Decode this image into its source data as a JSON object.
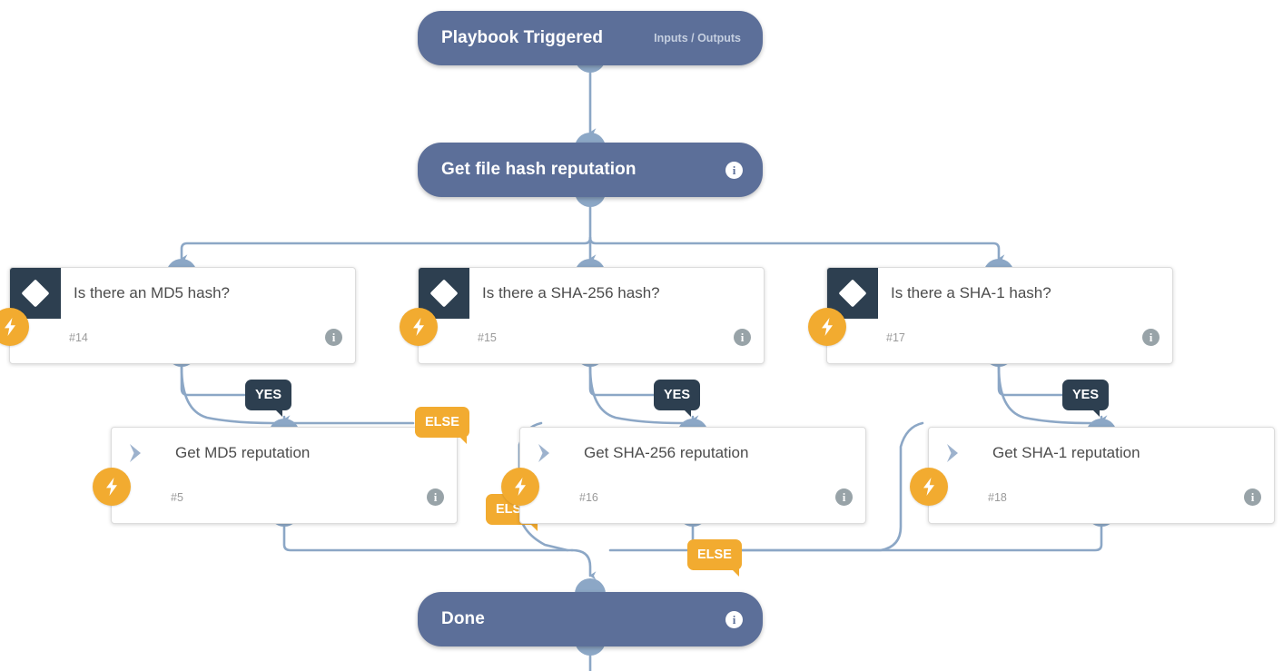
{
  "diagram": {
    "type": "playbook-workflow",
    "title": "Playbook hash reputation flow",
    "colors": {
      "pill_fill": "#5c6f99",
      "card_fill": "#ffffff",
      "decision_icon_bg": "#2d3f50",
      "bolt_orange": "#f2ab30",
      "connector": "#8ca7c6",
      "port": "#8ca7c6",
      "yes_badge": "#2d3f50",
      "else_badge": "#f2ab30"
    }
  },
  "nodes": {
    "start": {
      "label": "Playbook Triggered",
      "sub_label": "Inputs / Outputs",
      "shape": "pill"
    },
    "get_file_hash": {
      "label": "Get file hash reputation",
      "shape": "pill",
      "info_icon": "info-icon"
    },
    "decisions": [
      {
        "label": "Is there an MD5 hash?",
        "id": "#14",
        "icon": "diamond-icon",
        "bolt": "bolt-icon",
        "info": "info-icon"
      },
      {
        "label": "Is there a SHA-256 hash?",
        "id": "#15",
        "icon": "diamond-icon",
        "bolt": "bolt-icon",
        "info": "info-icon"
      },
      {
        "label": "Is there a SHA-1 hash?",
        "id": "#17",
        "icon": "diamond-icon",
        "bolt": "bolt-icon",
        "info": "info-icon"
      }
    ],
    "actions": [
      {
        "label": "Get MD5 reputation",
        "id": "#5",
        "icon": "chevron-right-icon",
        "bolt": "bolt-icon",
        "info": "info-icon"
      },
      {
        "label": "Get SHA-256 reputation",
        "id": "#16",
        "icon": "chevron-right-icon",
        "bolt": "bolt-icon",
        "info": "info-icon"
      },
      {
        "label": "Get SHA-1 reputation",
        "id": "#18",
        "icon": "chevron-right-icon",
        "bolt": "bolt-icon",
        "info": "info-icon"
      }
    ],
    "end": {
      "label": "Done",
      "shape": "pill",
      "info_icon": "info-icon"
    }
  },
  "branch_labels": {
    "yes": "YES",
    "else": "ELSE"
  },
  "branches": [
    {
      "from": "#14",
      "label": "YES",
      "to": "#5"
    },
    {
      "from": "#14",
      "label": "ELSE",
      "to": "Done"
    },
    {
      "from": "#15",
      "label": "YES",
      "to": "#16"
    },
    {
      "from": "#15",
      "label": "ELSE",
      "to": "Done"
    },
    {
      "from": "#17",
      "label": "YES",
      "to": "#18"
    },
    {
      "from": "#17",
      "label": "ELSE",
      "to": "Done"
    }
  ],
  "icons": {
    "info": "i",
    "bolt": "bolt",
    "diamond": "diamond",
    "chevron": "chevron-right"
  }
}
